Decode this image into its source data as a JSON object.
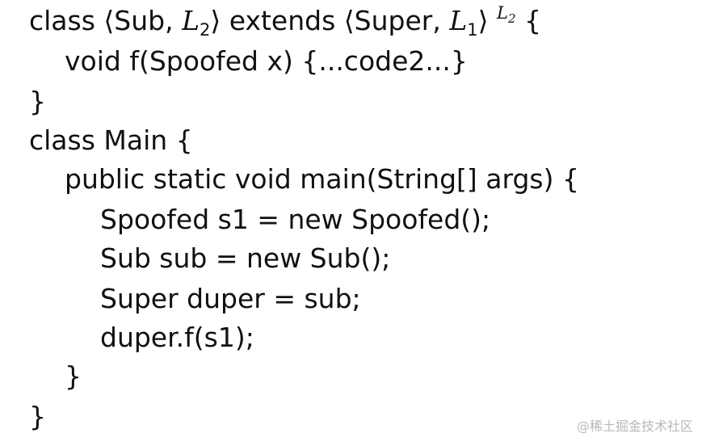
{
  "code": {
    "line1": {
      "prefix": "class ⟨Sub, ",
      "label_a": "L",
      "label_a_sub": "2",
      "middle": "⟩  extends ⟨Super, ",
      "label_b": "L",
      "label_b_sub": "1",
      "close": "⟩ ",
      "sup": "L",
      "sup_sub": "2",
      "brace": " {"
    },
    "line2": "void f(Spoofed x) {...code2...}",
    "line3": "}",
    "line4": "class Main {",
    "line5": "public static void main(String[] args) {",
    "line6": "Spoofed s1 = new Spoofed();",
    "line7": "Sub sub = new Sub();",
    "line8": "Super duper = sub;",
    "line9": "duper.f(s1);",
    "line10": "}",
    "line11": "}"
  },
  "watermark": "@稀土掘金技术社区"
}
